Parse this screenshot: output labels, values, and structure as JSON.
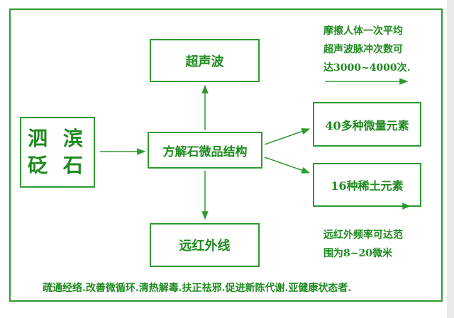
{
  "brand": {
    "line1": "泗 滨",
    "line2": "砭 石"
  },
  "center_box": "方解石微品结构",
  "top_box": "超声波",
  "bottom_box": "远红外线",
  "right_boxes": [
    "40多种微量元素",
    "16种稀土元素"
  ],
  "note_top": [
    "摩擦人体一次平均",
    "超声波脉冲次数可",
    "达3000~4000次."
  ],
  "note_bottom": [
    "远红外频率可达范",
    "围为8~20微米"
  ],
  "footer": "疏通经络.改善微循环.清热解毒.扶正祛邪.促进新陈代谢.亚健康状态者.",
  "colors": {
    "green": "#2e9a2e",
    "text": "#1e8a1e"
  }
}
